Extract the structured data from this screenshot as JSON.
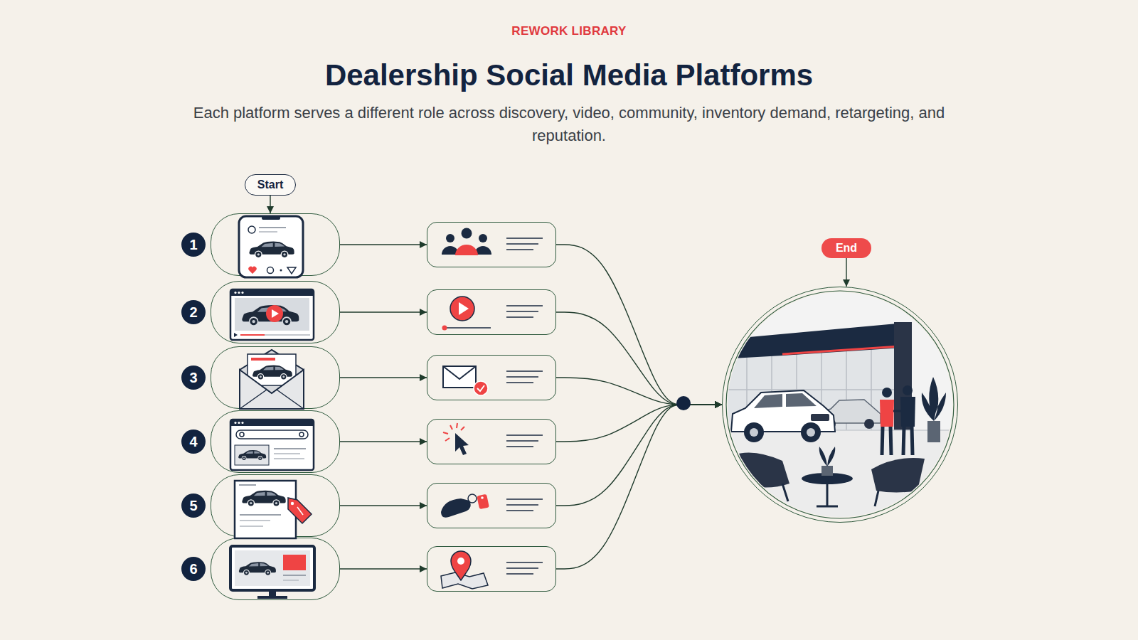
{
  "diagram": {
    "title": "Dealership Social Media Platforms",
    "caption": "Each platform serves a different role across discovery, video, community, inventory demand, retargeting, and reputation.",
    "nodes": [
      {
        "text": [
          "Start"
        ]
      },
      {
        "text": [
          "1"
        ]
      },
      {
        "text": [
          "2"
        ]
      },
      {
        "text": [
          "3"
        ]
      },
      {
        "text": [
          "4"
        ]
      },
      {
        "text": [
          "5"
        ]
      },
      {
        "text": [
          "6"
        ]
      },
      {
        "text": []
      },
      {
        "text": []
      },
      {
        "text": []
      },
      {
        "text": []
      },
      {
        "text": []
      },
      {
        "text": []
      },
      {
        "text": [
          "End"
        ]
      },
      {
        "text": []
      }
    ],
    "edges": [
      {
        "from": 0,
        "to": 1,
        "arrow": "to"
      },
      {
        "from": 1,
        "to": 7,
        "arrow": "to"
      },
      {
        "from": 2,
        "to": 8,
        "arrow": "to"
      },
      {
        "from": 3,
        "to": 9,
        "arrow": "to"
      },
      {
        "from": 4,
        "to": 10,
        "arrow": "to"
      },
      {
        "from": 5,
        "to": 11,
        "arrow": "to"
      },
      {
        "from": 6,
        "to": 12,
        "arrow": "to"
      },
      {
        "from": 7,
        "to": 14,
        "arrow": "to"
      },
      {
        "from": 8,
        "to": 14,
        "arrow": "to"
      },
      {
        "from": 9,
        "to": 14,
        "arrow": "to"
      },
      {
        "from": 10,
        "to": 14,
        "arrow": "to"
      },
      {
        "from": 11,
        "to": 14,
        "arrow": "to"
      },
      {
        "from": 12,
        "to": 14,
        "arrow": "to"
      },
      {
        "from": 13,
        "to": 14,
        "arrow": "to"
      }
    ],
    "labels": [
      "REWORK LIBRARY"
    ]
  }
}
